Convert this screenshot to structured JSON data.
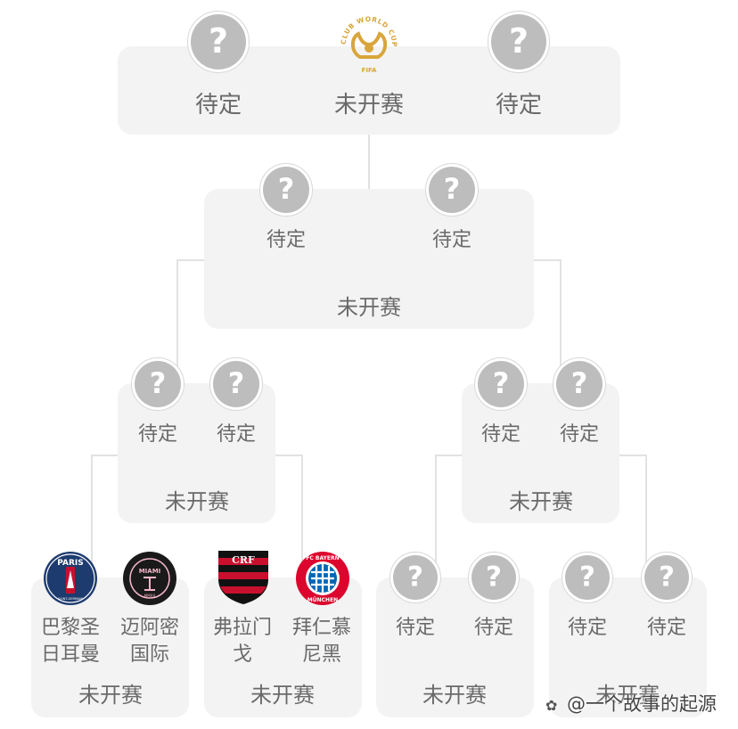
{
  "trophy": {
    "ring_text": "CLUB WORLD CUP 25",
    "org": "FIFA",
    "color": "#d9a53a"
  },
  "final": {
    "team_a": "待定",
    "team_b": "待定",
    "status": "未开赛"
  },
  "semi": {
    "team_a": "待定",
    "team_b": "待定",
    "status": "未开赛"
  },
  "qf_left": {
    "team_a": "待定",
    "team_b": "待定",
    "status": "未开赛"
  },
  "qf_right": {
    "team_a": "待定",
    "team_b": "待定",
    "status": "未开赛"
  },
  "r16_1": {
    "team_a": {
      "line1": "巴黎圣",
      "line2": "日耳曼",
      "logo_text": "PARIS",
      "logo_sub": "SAINT-GERMAIN",
      "color": "#1d3b6e"
    },
    "team_b": {
      "line1": "迈阿密",
      "line2": "国际",
      "logo_text": "MIAMI",
      "logo_sub": "MMXX",
      "color": "#1a1a1a"
    },
    "status": "未开赛"
  },
  "r16_2": {
    "team_a": {
      "line1": "弗拉门",
      "line2": "戈",
      "logo_text": "CRF",
      "color": "#c8102e"
    },
    "team_b": {
      "line1": "拜仁慕",
      "line2": "尼黑",
      "logo_text": "FC BAYERN",
      "logo_sub": "MÜNCHEN",
      "color": "#dc052d"
    },
    "status": "未开赛"
  },
  "r16_3": {
    "team_a": "待定",
    "team_b": "待定",
    "status": "未开赛"
  },
  "r16_4": {
    "team_a": "待定",
    "team_b": "待定",
    "status": "未开赛"
  },
  "placeholder_glyph": "?",
  "watermark": {
    "text": "@一个故事的起源",
    "icon": "weibo-icon"
  }
}
